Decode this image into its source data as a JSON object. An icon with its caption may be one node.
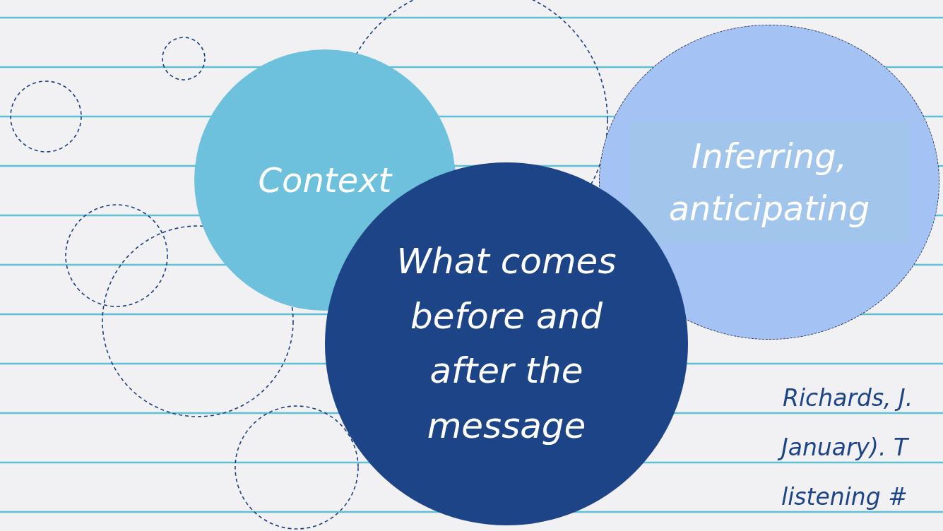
{
  "diagram": {
    "nodes": [
      {
        "text": [
          "Context"
        ]
      },
      {
        "text": [
          "Inferring, anticipating"
        ]
      },
      {
        "text": [
          "What comes before and after the message"
        ]
      }
    ],
    "edges": [],
    "labels": [
      "Richards, J.",
      "January). T",
      "listening #"
    ]
  }
}
